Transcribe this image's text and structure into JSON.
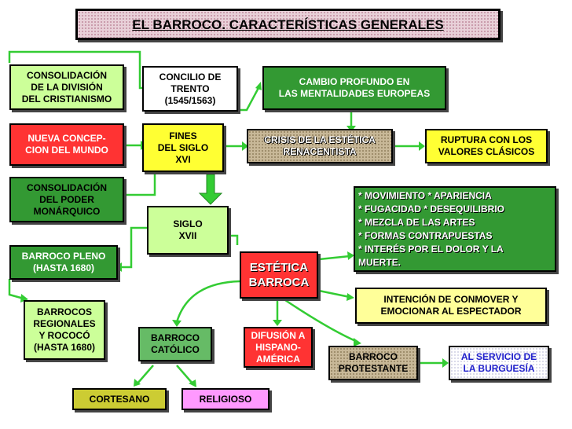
{
  "title": "EL BARROCO. CARACTERÍSTICAS GENERALES",
  "nodes": {
    "consolidacion_division": "CONSOLIDACIÓN\nDE LA DIVISIÓN\nDEL CRISTIANISMO",
    "nueva_concepcion": "NUEVA CONCEP-\nCION DEL MUNDO",
    "consolidacion_poder": "CONSOLIDACIÓN\nDEL PODER\nMONÁRQUICO",
    "concilio_trento": "CONCILIO DE\nTRENTO\n(1545/1563)",
    "fines_siglo": "FINES\nDEL SIGLO\nXVI",
    "siglo_xvii": "SIGLO\nXVII",
    "cambio_profundo": "CAMBIO PROFUNDO EN\nLAS MENTALIDADES EUROPEAS",
    "crisis_estetica": "CRISIS DE LA ESTÉTICA\nRENACENTISTA",
    "ruptura": "RUPTURA CON LOS\nVALORES CLÁSICOS",
    "caracteristicas": "* MOVIMIENTO      * APARIENCIA\n* FUGACIDAD       * DESEQUILIBRIO\n* MEZCLA DE LAS ARTES\n* FORMAS CONTRAPUESTAS\n* INTERÉS POR EL DOLOR Y LA\n   MUERTE.",
    "estetica_barroca": "ESTÉTICA\nBARROCA",
    "intencion": "INTENCIÓN DE CONMOVER Y\nEMOCIONAR AL ESPECTADOR",
    "barroco_pleno": "BARROCO PLENO\n(HASTA 1680)",
    "barrocos_regionales": "BARROCOS\nREGIONALES\nY ROCOCÓ\n(HASTA 1680)",
    "barroco_catolico": "BARROCO\nCATÓLICO",
    "difusion": "DIFUSIÓN A\nHISPANO-\nAMÉRICA",
    "barroco_protestante": "BARROCO\nPROTESTANTE",
    "burguesia": "AL SERVICIO DE\nLA BURGUESÍA",
    "cortesano": "CORTESANO",
    "religioso": "RELIGIOSO"
  },
  "colors": {
    "connector": "#33cc33",
    "title_bg": "#e8d0d8",
    "green": "#339933",
    "light_green": "#ccff99",
    "yellow": "#ffff99",
    "red": "#ff3333"
  }
}
